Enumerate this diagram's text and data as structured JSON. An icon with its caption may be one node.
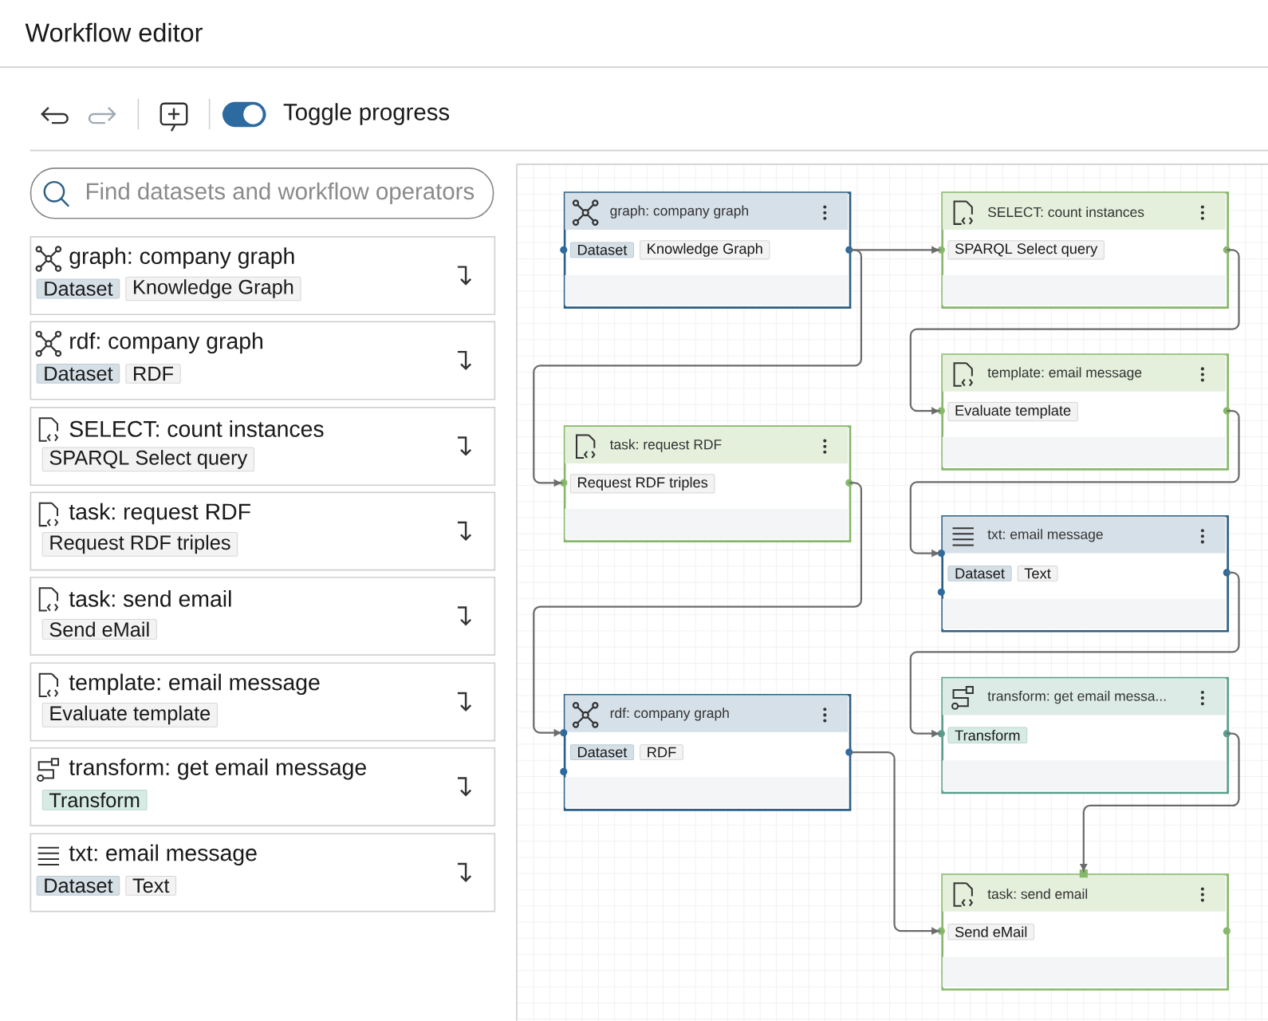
{
  "diagram": {
    "title": "Workflow editor",
    "nodes": [
      {
        "text": [
          "graph: company graph",
          "Dataset",
          "Knowledge Graph"
        ]
      },
      {
        "text": [
          "rdf: company graph",
          "Dataset",
          "RDF"
        ]
      },
      {
        "text": [
          "SELECT: count instances",
          "SPARQL Select query"
        ]
      },
      {
        "text": [
          "task: request RDF",
          "Request RDF triples"
        ]
      },
      {
        "text": [
          "task: send email",
          "Send eMail"
        ]
      },
      {
        "text": [
          "template: email message",
          "Evaluate template"
        ]
      },
      {
        "text": [
          "transform: get email message",
          "Transform"
        ]
      },
      {
        "text": [
          "txt: email message",
          "Dataset",
          "Text"
        ]
      },
      {
        "text": [
          "graph: company graph",
          "Dataset",
          "Knowledge Graph"
        ]
      },
      {
        "text": [
          "SELECT: count instances",
          "SPARQL Select query"
        ]
      },
      {
        "text": [
          "template: email message",
          "Evaluate template"
        ]
      },
      {
        "text": [
          "task: request RDF",
          "Request RDF triples"
        ]
      },
      {
        "text": [
          "txt: email message",
          "Dataset",
          "Text"
        ]
      },
      {
        "text": [
          "transform: get email messa...",
          "Transform"
        ]
      },
      {
        "text": [
          "rdf: company graph",
          "Dataset",
          "RDF"
        ]
      },
      {
        "text": [
          "task: send email",
          "Send eMail"
        ]
      }
    ],
    "edges": [
      {
        "from": 8,
        "to": 9,
        "arrow": "to"
      },
      {
        "from": 8,
        "to": 11,
        "arrow": "to"
      },
      {
        "from": 9,
        "to": 10,
        "arrow": "to"
      },
      {
        "from": 10,
        "to": 12,
        "arrow": "to"
      },
      {
        "from": 11,
        "to": 14,
        "arrow": "to"
      },
      {
        "from": 12,
        "to": 13,
        "arrow": "to"
      },
      {
        "from": 13,
        "to": 15,
        "arrow": "to"
      },
      {
        "from": 14,
        "to": 15,
        "arrow": "to"
      }
    ],
    "labels": [
      "Toggle progress",
      "Find datasets and workflow operators"
    ]
  }
}
